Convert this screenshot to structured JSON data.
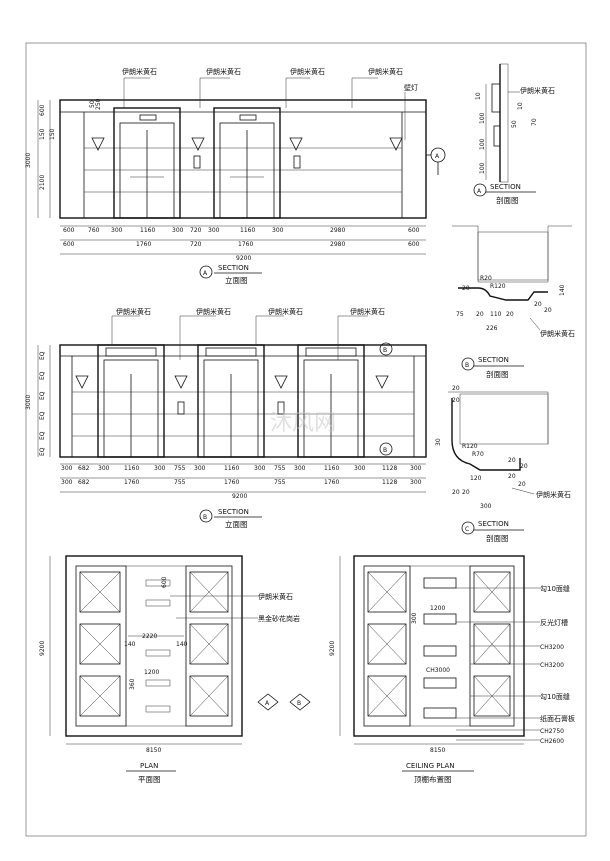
{
  "elev_a": {
    "callouts": [
      "伊朗米黄石",
      "伊朗米黄石",
      "伊朗米黄石",
      "伊朗米黄石",
      "壁灯"
    ],
    "dims_top": [
      "600",
      "760",
      "300",
      "1160",
      "300",
      "720",
      "300",
      "1160",
      "300",
      "2980",
      "600"
    ],
    "dims_mid": [
      "600",
      "1760",
      "720",
      "1760",
      "2980",
      "600"
    ],
    "total": "9200",
    "left_dims": [
      "600",
      "150",
      "150",
      "2100",
      "3000"
    ],
    "small_dims": [
      "250",
      "50"
    ],
    "marker": "A",
    "title": "SECTION",
    "subtitle": "立面图"
  },
  "elev_b": {
    "callouts": [
      "伊朗米黄石",
      "伊朗米黄石",
      "伊朗米黄石",
      "伊朗米黄石"
    ],
    "dims_top": [
      "300",
      "682",
      "300",
      "1160",
      "300",
      "755",
      "300",
      "1160",
      "300",
      "755",
      "300",
      "1160",
      "300",
      "1128",
      "300"
    ],
    "dims_mid": [
      "300",
      "682",
      "1760",
      "755",
      "1760",
      "755",
      "1760",
      "1128",
      "300"
    ],
    "total": "9200",
    "left_dims": [
      "EQ",
      "EQ",
      "EQ",
      "EQ",
      "EQ",
      "EQ",
      "3000"
    ],
    "marker": "B",
    "title": "SECTION",
    "subtitle": "立面图"
  },
  "sec_a": {
    "callout": "伊朗米黄石",
    "dims": [
      "10",
      "100",
      "10",
      "50",
      "100",
      "70",
      "100"
    ],
    "marker": "A",
    "title": "SECTION",
    "subtitle": "剖面图"
  },
  "sec_b": {
    "callout": "伊朗米黄石",
    "dims": [
      "20",
      "75",
      "20",
      "110",
      "20",
      "226",
      "140",
      "R20",
      "R120",
      "20",
      "20"
    ],
    "marker": "B",
    "title": "SECTION",
    "subtitle": "剖面图"
  },
  "sec_c": {
    "callout": "伊朗米黄石",
    "dims": [
      "20",
      "20",
      "30",
      "R120",
      "R70",
      "20",
      "20",
      "120",
      "20",
      "20",
      "20",
      "20",
      "300"
    ],
    "marker": "C",
    "title": "SECTION",
    "subtitle": "剖面图"
  },
  "plan": {
    "callouts": [
      "伊朗米黄石",
      "黑金砂花岗岩"
    ],
    "dims": [
      "600",
      "2220",
      "140",
      "1200",
      "8150",
      "9200",
      "360",
      "140"
    ],
    "title": "PLAN",
    "subtitle": "平面图",
    "markers": [
      "A",
      "B"
    ]
  },
  "ceiling": {
    "callouts": [
      "勾10面缝",
      "反光灯槽",
      "CH3200",
      "CH3200",
      "勾10面缝",
      "纸面石膏板",
      "CH2750",
      "CH2600"
    ],
    "inner_labels": [
      "1200",
      "CH3000",
      "300"
    ],
    "dims": [
      "8150",
      "9200"
    ],
    "title": "CEILING PLAN",
    "subtitle": "顶棚布置图"
  },
  "watermark": "沐风网"
}
